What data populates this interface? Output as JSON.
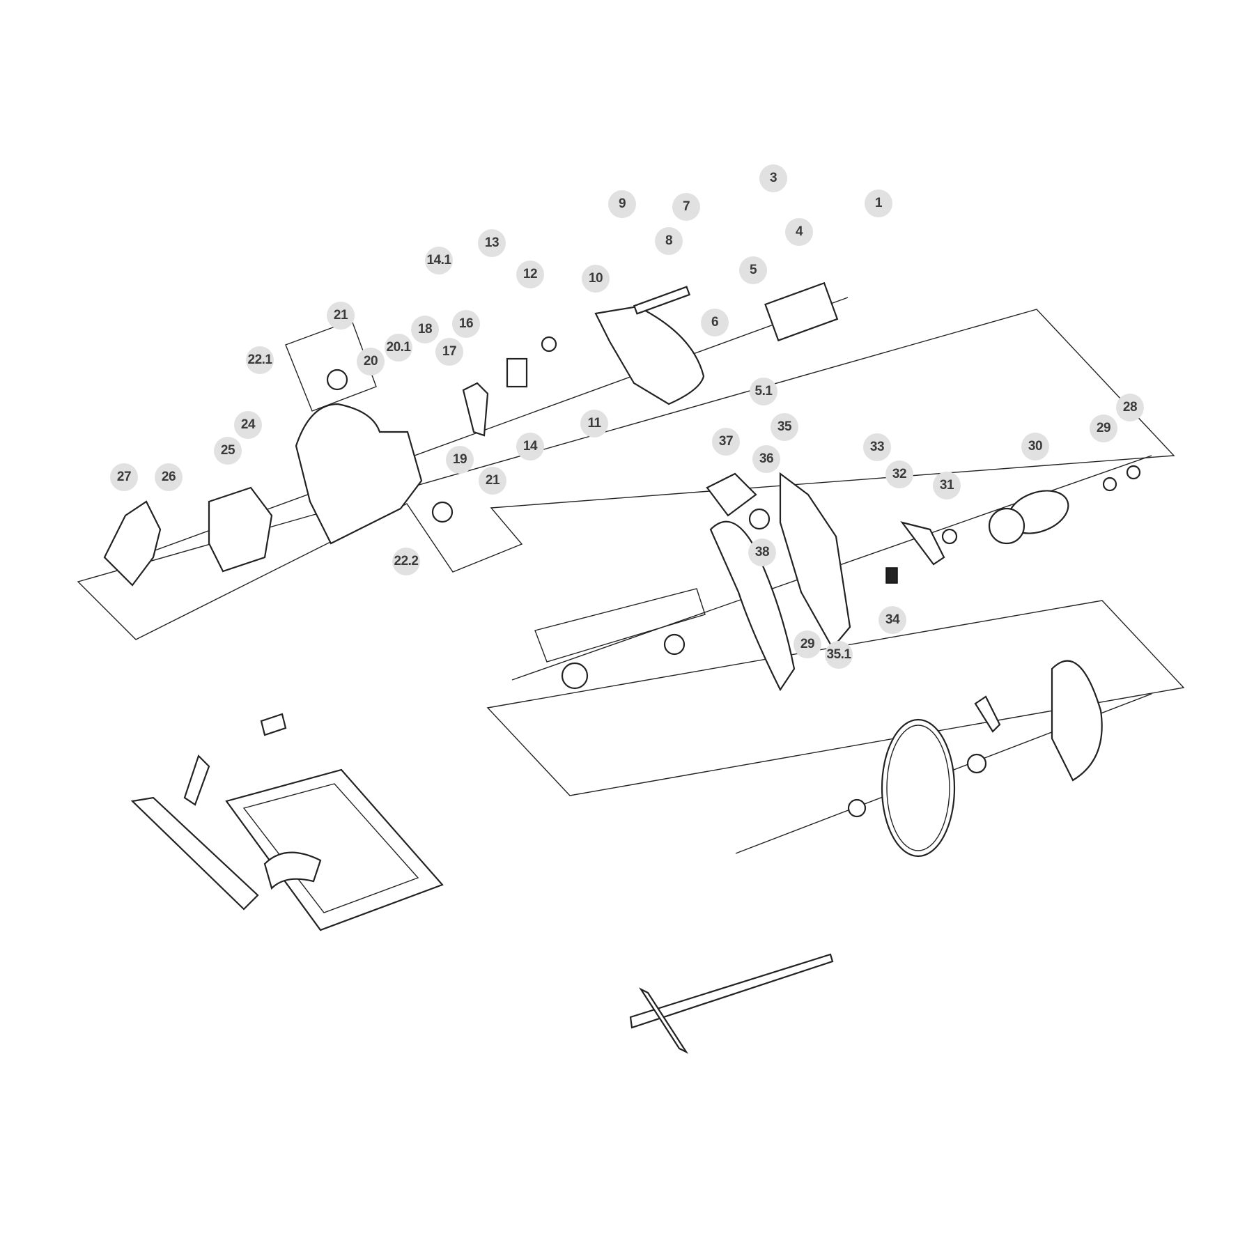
{
  "diagram": {
    "type": "exploded-parts-view",
    "callouts": [
      "3",
      "1",
      "9",
      "7",
      "4",
      "8",
      "13",
      "14.1",
      "12",
      "10",
      "5",
      "6",
      "21",
      "16",
      "18",
      "17",
      "20.1",
      "22.1",
      "20",
      "5.1",
      "11",
      "24",
      "14",
      "19",
      "25",
      "27",
      "26",
      "21",
      "22.2",
      "35",
      "37",
      "36",
      "33",
      "30",
      "29",
      "28",
      "32",
      "31",
      "38",
      "34",
      "29",
      "35.1"
    ]
  }
}
